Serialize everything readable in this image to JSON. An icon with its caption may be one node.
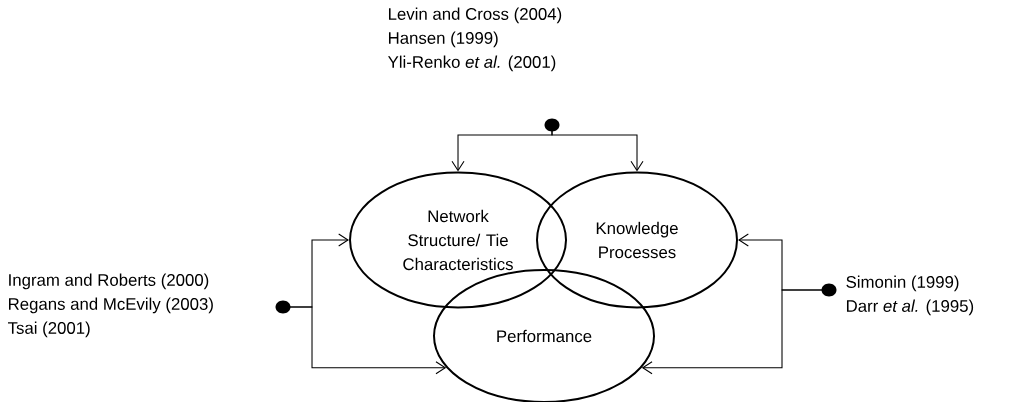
{
  "diagram": {
    "nodes": [
      {
        "text": [
          "Network Structure/ Tie Characteristics"
        ]
      },
      {
        "text": [
          "Knowledge Processes"
        ]
      },
      {
        "text": [
          "Performance"
        ]
      },
      {
        "text": [
          "Levin and Cross (2004)",
          "Hansen (1999)",
          "Yli-Renko *et al.* (2001)"
        ]
      },
      {
        "text": [
          "Ingram and Roberts (2000)",
          "Regans and McEvily (2003)",
          "Tsai (2001)"
        ]
      },
      {
        "text": [
          "Simonin (1999)",
          "Darr *et al.* (1995)"
        ]
      }
    ],
    "edges": [
      {
        "from": 3,
        "to": 0,
        "arrow": "to"
      },
      {
        "from": 3,
        "to": 1,
        "arrow": "to"
      },
      {
        "from": 4,
        "to": 0,
        "arrow": "to"
      },
      {
        "from": 4,
        "to": 2,
        "arrow": "to"
      },
      {
        "from": 5,
        "to": 1,
        "arrow": "to"
      },
      {
        "from": 5,
        "to": 2,
        "arrow": "to"
      }
    ]
  }
}
